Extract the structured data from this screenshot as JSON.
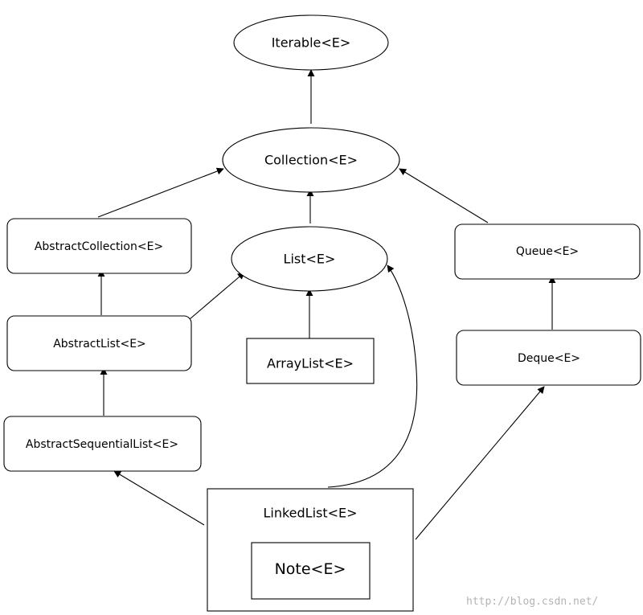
{
  "nodes": {
    "iterable": "Iterable<E>",
    "collection": "Collection<E>",
    "list": "List<E>",
    "abstract_collection": "AbstractCollection<E>",
    "abstract_list": "AbstractList<E>",
    "array_list": "ArrayList<E>",
    "abstract_sequential_list": "AbstractSequentialList<E>",
    "queue": "Queue<E>",
    "deque": "Deque<E>",
    "linked_list": "LinkedList<E>",
    "note": "Note<E>"
  },
  "watermark": "http://blog.csdn.net/",
  "colors": {
    "stroke": "#000000",
    "background": "#ffffff",
    "watermark": "#b4b4b4"
  }
}
